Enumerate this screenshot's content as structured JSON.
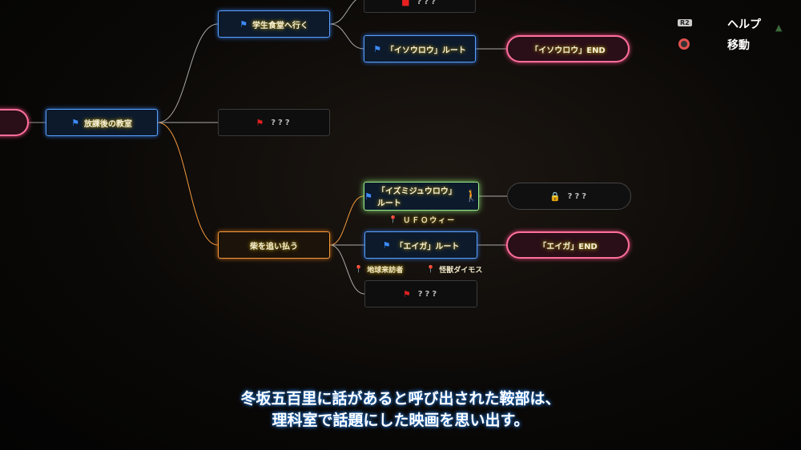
{
  "nodes": {
    "left_end": "",
    "classroom": "放課後の教室",
    "cafeteria": "学生食堂へ行く",
    "top_unknown": "???",
    "isourou_route": "「イソウロウ」ルート",
    "isourou_end": "「イソウロウ」END",
    "mid_unknown": "???",
    "shiba": "柴を追い払う",
    "izumi_route": "「イズミジュウロウ」ルート",
    "locked_unknown": "???",
    "eiga_route": "「エイガ」ルート",
    "eiga_end": "「エイガ」END",
    "bottom_unknown": "???"
  },
  "keywords": {
    "ufo": "ＵＦＯウィー",
    "chikyu": "地球来訪者",
    "kaiju": "怪獣ダイモス"
  },
  "controls": {
    "r2_badge": "R2",
    "help": "ヘルプ",
    "move": "移動"
  },
  "subtitle": {
    "line1": "冬坂五百里に話があると呼び出された鞍部は、",
    "line2": "理科室で話題にした映画を思い出す。"
  }
}
